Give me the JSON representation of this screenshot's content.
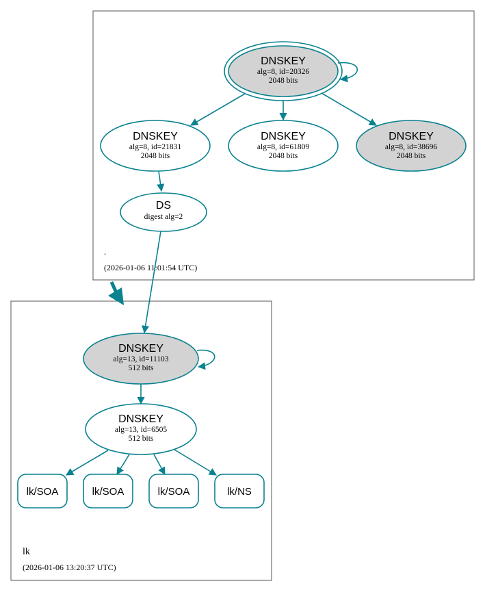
{
  "colors": {
    "edge": "#0a8290",
    "node_fill_gray": "#d3d3d3",
    "node_fill_white": "#ffffff",
    "box_stroke": "#555555",
    "text": "#000000"
  },
  "zones": {
    "root": {
      "name": ".",
      "timestamp": "(2026-01-06 11:01:54 UTC)"
    },
    "lk": {
      "name": "lk",
      "timestamp": "(2026-01-06 13:20:37 UTC)"
    }
  },
  "nodes": {
    "root_ksk": {
      "title": "DNSKEY",
      "line1": "alg=8, id=20326",
      "line2": "2048 bits"
    },
    "root_zsk1": {
      "title": "DNSKEY",
      "line1": "alg=8, id=21831",
      "line2": "2048 bits"
    },
    "root_zsk2": {
      "title": "DNSKEY",
      "line1": "alg=8, id=61809",
      "line2": "2048 bits"
    },
    "root_key3": {
      "title": "DNSKEY",
      "line1": "alg=8, id=38696",
      "line2": "2048 bits"
    },
    "ds": {
      "title": "DS",
      "line1": "digest alg=2"
    },
    "lk_ksk": {
      "title": "DNSKEY",
      "line1": "alg=13, id=11103",
      "line2": "512 bits"
    },
    "lk_zsk": {
      "title": "DNSKEY",
      "line1": "alg=13, id=6505",
      "line2": "512 bits"
    }
  },
  "records": [
    {
      "label": "lk/SOA"
    },
    {
      "label": "lk/SOA"
    },
    {
      "label": "lk/SOA"
    },
    {
      "label": "lk/NS"
    }
  ]
}
